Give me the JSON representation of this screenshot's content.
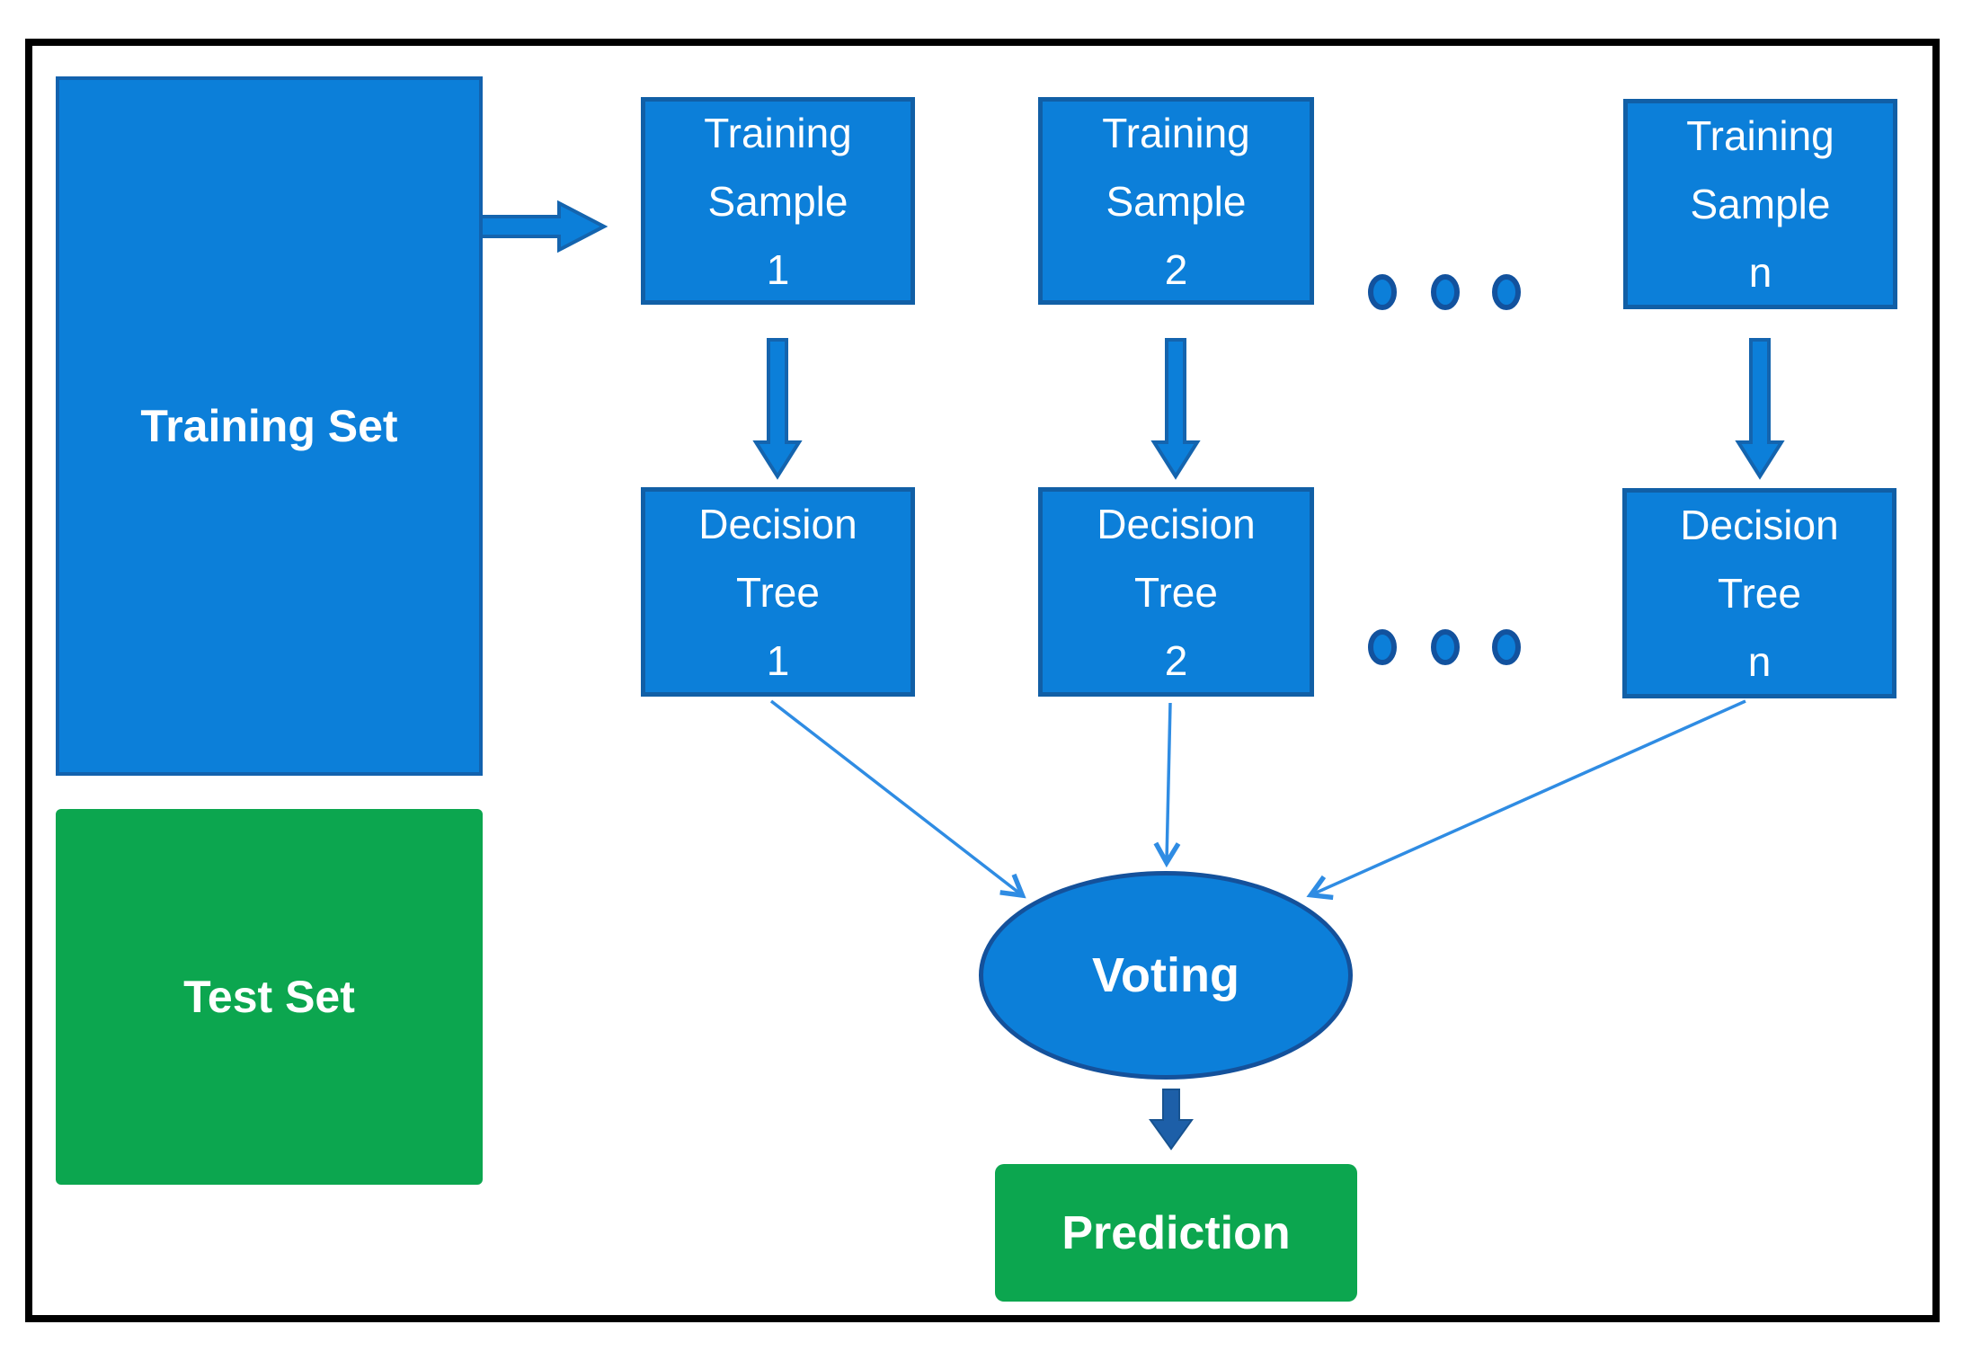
{
  "palette": {
    "node_blue": "#0C7FD9",
    "node_blue_border": "#115FA6",
    "node_green": "#0CA64F",
    "voting_border": "#14519B",
    "connector_blue": "#2F8CE3",
    "block_arrow_outline": "#1464AE",
    "dark_arrow_blue": "#1D5FA8",
    "frame_black": "#000000",
    "label_white": "#FFFFFF"
  },
  "nodes": {
    "training_set": {
      "label": "Training Set"
    },
    "test_set": {
      "label": "Test Set"
    },
    "training_samples": [
      {
        "label": "Training\nSample\n1"
      },
      {
        "label": "Training\nSample\n2"
      },
      {
        "label": "Training\nSample\nn"
      }
    ],
    "decision_trees": [
      {
        "label": "Decision\nTree\n1"
      },
      {
        "label": "Decision\nTree\n2"
      },
      {
        "label": "Decision\nTree\nn"
      }
    ],
    "voting": {
      "label": "Voting"
    },
    "prediction": {
      "label": "Prediction"
    }
  }
}
